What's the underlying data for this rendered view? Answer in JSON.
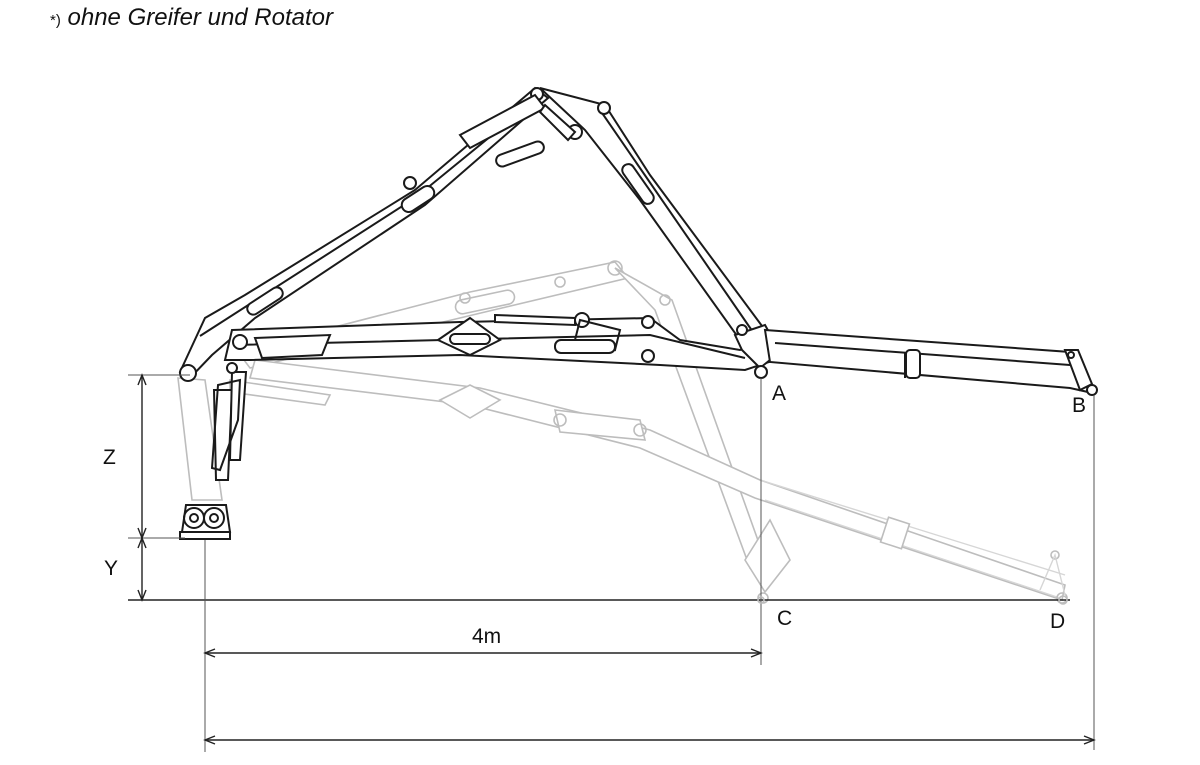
{
  "caption": {
    "marker": "*)",
    "text": "ohne Greifer und Rotator"
  },
  "labels": {
    "point_a": "A",
    "point_b": "B",
    "point_c": "C",
    "point_d": "D",
    "dim_z": "Z",
    "dim_y": "Y",
    "dim_4m": "4m"
  },
  "colors": {
    "line": "#1a1a1a",
    "ghost": "#bdbdbd",
    "background": "#ffffff"
  }
}
